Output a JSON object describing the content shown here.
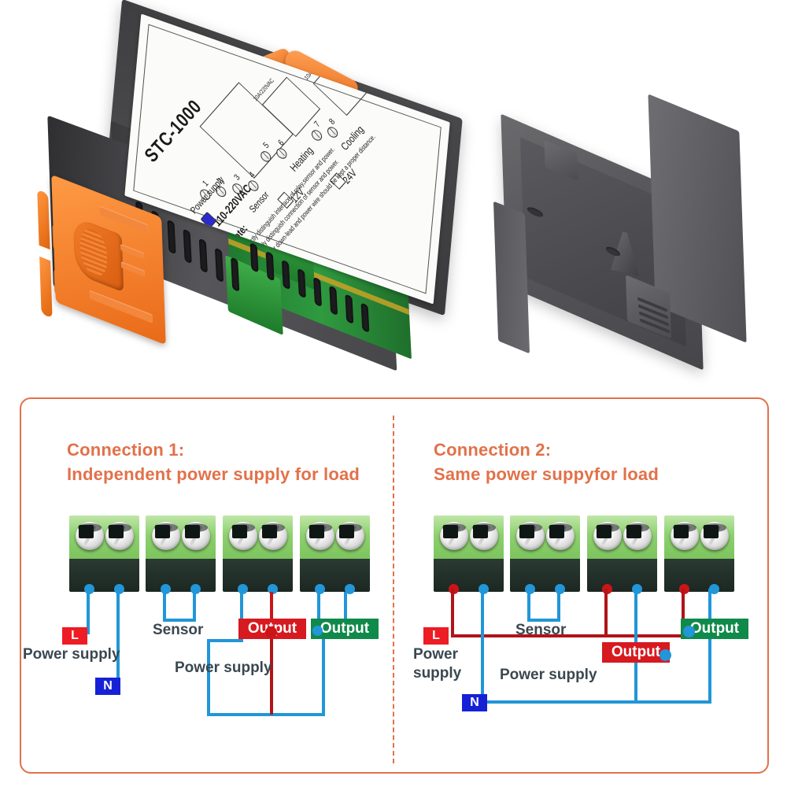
{
  "product": {
    "model": "STC-1000",
    "label": {
      "power_supply": "Power supply",
      "voltage": "110-220VAC",
      "sensor": "Sensor",
      "heating": "Heating",
      "cooling": "Cooling",
      "v12": "12V",
      "v24": "24V",
      "relay_top": "10A/220VAC",
      "relay_bottom": "10A/220VAC",
      "note_title": "Note:",
      "notes": [
        "Strictly distinguish interface of relay,sensor and power.",
        "Strictly distinguish connection of sensor and power.",
        "Sebsor down-lead and power wire should be kept a proper distance."
      ],
      "terminals": [
        "1",
        "2",
        "3",
        "4",
        "5",
        "6",
        "7",
        "8"
      ]
    }
  },
  "panel": {
    "left": {
      "heading_line1": "Connection 1:",
      "heading_line2": "Independent power supply for load",
      "labels": {
        "sensor": "Sensor",
        "power_supply_1": "Power supply",
        "power_supply_2": "Power supply",
        "L": "L",
        "N": "N",
        "output_red": "Output",
        "output_green": "Output"
      }
    },
    "right": {
      "heading_line1": "Connection 2:",
      "heading_line2": "Same power suppyfor load",
      "labels": {
        "sensor": "Sensor",
        "power_supply_1_line1": "Power",
        "power_supply_1_line2": "supply",
        "power_supply_2": "Power supply",
        "L": "L",
        "N": "N",
        "output_red": "Output",
        "output_green": "Output"
      }
    }
  },
  "colors": {
    "accent": "#e2714a",
    "wire_blue": "#2196d8",
    "wire_red": "#cc1417",
    "tag_L": "#ee1c24",
    "tag_N": "#1621d6",
    "tag_output_red": "#d71920",
    "tag_output_green": "#0f8a4a",
    "terminal_green": "#8ed06f",
    "body_grey": "#4a4a4c",
    "clip_orange": "#ef7020"
  }
}
